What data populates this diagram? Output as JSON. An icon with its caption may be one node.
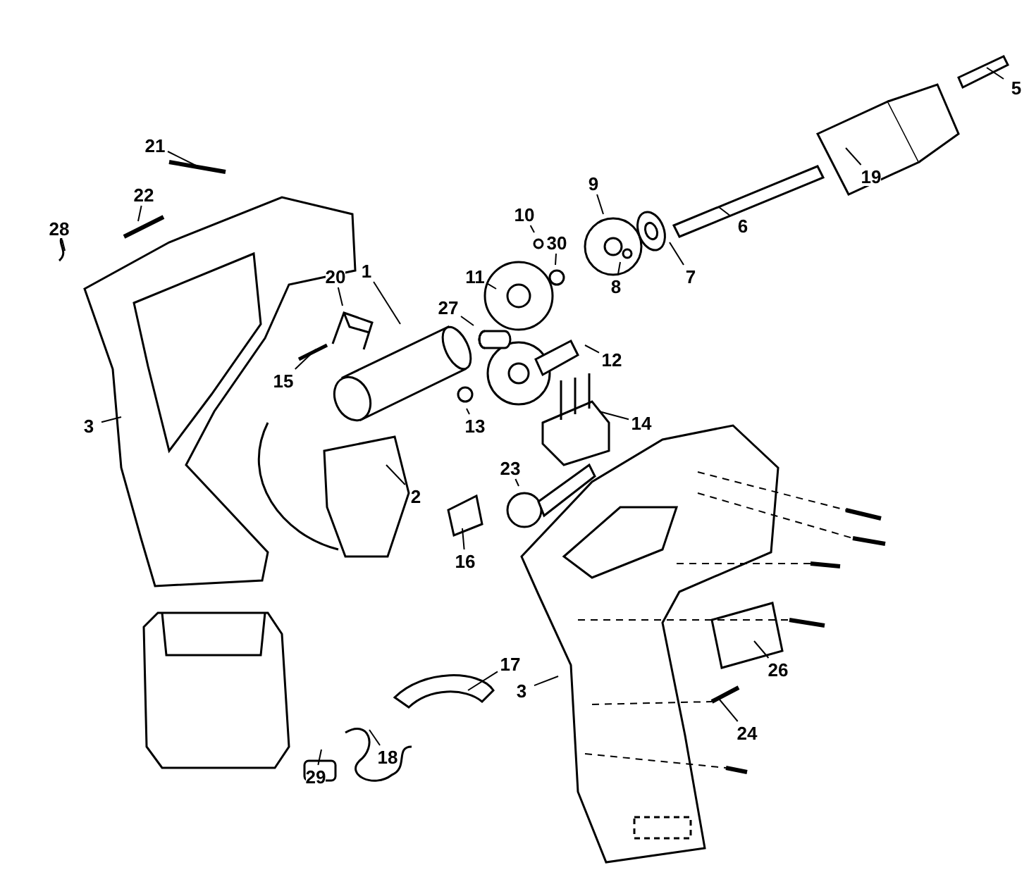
{
  "diagram": {
    "nodes": [
      {
        "text": [
          "21"
        ]
      },
      {
        "text": [
          "22"
        ]
      },
      {
        "text": [
          "28"
        ]
      },
      {
        "text": [
          "20"
        ]
      },
      {
        "text": [
          "1"
        ]
      },
      {
        "text": [
          "15"
        ]
      },
      {
        "text": [
          "3"
        ]
      },
      {
        "text": [
          "10"
        ]
      },
      {
        "text": [
          "30"
        ]
      },
      {
        "text": [
          "11"
        ]
      },
      {
        "text": [
          "27"
        ]
      },
      {
        "text": [
          "9"
        ]
      },
      {
        "text": [
          "8"
        ]
      },
      {
        "text": [
          "7"
        ]
      },
      {
        "text": [
          "6"
        ]
      },
      {
        "text": [
          "5"
        ]
      },
      {
        "text": [
          "19"
        ]
      },
      {
        "text": [
          "12"
        ]
      },
      {
        "text": [
          "13"
        ]
      },
      {
        "text": [
          "14"
        ]
      },
      {
        "text": [
          "23"
        ]
      },
      {
        "text": [
          "2"
        ]
      },
      {
        "text": [
          "16"
        ]
      },
      {
        "text": [
          "26"
        ]
      },
      {
        "text": [
          "17"
        ]
      },
      {
        "text": [
          "3"
        ]
      },
      {
        "text": [
          "24"
        ]
      },
      {
        "text": [
          "18"
        ]
      },
      {
        "text": [
          "29"
        ]
      }
    ],
    "edges": [
      {
        "from": 0,
        "to": null,
        "arrow": "none"
      },
      {
        "from": 1,
        "to": null,
        "arrow": "none"
      },
      {
        "from": 2,
        "to": null,
        "arrow": "none"
      },
      {
        "from": 3,
        "to": null,
        "arrow": "none"
      },
      {
        "from": 4,
        "to": null,
        "arrow": "none"
      },
      {
        "from": 5,
        "to": null,
        "arrow": "none"
      },
      {
        "from": 6,
        "to": null,
        "arrow": "none"
      },
      {
        "from": 7,
        "to": null,
        "arrow": "none"
      },
      {
        "from": 8,
        "to": null,
        "arrow": "none"
      },
      {
        "from": 9,
        "to": null,
        "arrow": "none"
      },
      {
        "from": 10,
        "to": null,
        "arrow": "none"
      },
      {
        "from": 11,
        "to": null,
        "arrow": "none"
      },
      {
        "from": 12,
        "to": null,
        "arrow": "none"
      },
      {
        "from": 13,
        "to": null,
        "arrow": "none"
      },
      {
        "from": 14,
        "to": null,
        "arrow": "none"
      },
      {
        "from": 15,
        "to": null,
        "arrow": "none"
      },
      {
        "from": 16,
        "to": null,
        "arrow": "none"
      },
      {
        "from": 17,
        "to": null,
        "arrow": "none"
      },
      {
        "from": 18,
        "to": null,
        "arrow": "none"
      },
      {
        "from": 19,
        "to": null,
        "arrow": "none"
      },
      {
        "from": 20,
        "to": null,
        "arrow": "none"
      },
      {
        "from": 21,
        "to": null,
        "arrow": "none"
      },
      {
        "from": 22,
        "to": null,
        "arrow": "none"
      },
      {
        "from": 23,
        "to": null,
        "arrow": "none"
      },
      {
        "from": 24,
        "to": null,
        "arrow": "none"
      },
      {
        "from": 25,
        "to": null,
        "arrow": "none"
      },
      {
        "from": 26,
        "to": null,
        "arrow": "none"
      },
      {
        "from": 27,
        "to": null,
        "arrow": "none"
      },
      {
        "from": 28,
        "to": null,
        "arrow": "none"
      }
    ]
  }
}
